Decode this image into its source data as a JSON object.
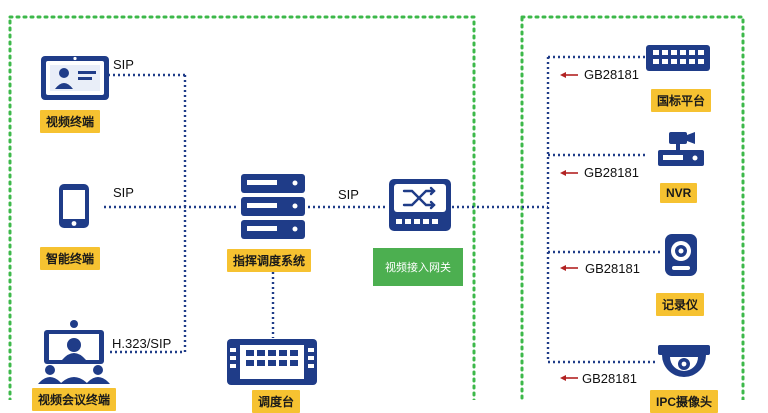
{
  "left_nodes": [
    {
      "id": "video-terminal",
      "name": "视频终端",
      "protocol": "SIP"
    },
    {
      "id": "smart-terminal",
      "name": "智能终端",
      "protocol": "SIP"
    },
    {
      "id": "conference-terminal",
      "name": "视频会议终端",
      "protocol": "H.323/SIP"
    }
  ],
  "center": {
    "dispatch_system": "指挥调度系统",
    "link_protocol": "SIP",
    "gateway": "视频接入网关",
    "bottom_device": "调度台"
  },
  "right_nodes": [
    {
      "id": "national-platform",
      "name": "国标平台",
      "protocol": "GB28181"
    },
    {
      "id": "nvr",
      "name": "NVR",
      "protocol": "GB28181"
    },
    {
      "id": "recorder",
      "name": "记录仪",
      "protocol": "GB28181"
    },
    {
      "id": "ipc-camera",
      "name": "IPC摄像头",
      "protocol": "GB28181"
    }
  ],
  "colors": {
    "navy": "#1f3c88",
    "left_border": "#3db84a",
    "right_border": "#3db84a",
    "tag": "#f6c231",
    "gateway_box": "#4caf50",
    "arrow": "#b22222"
  }
}
